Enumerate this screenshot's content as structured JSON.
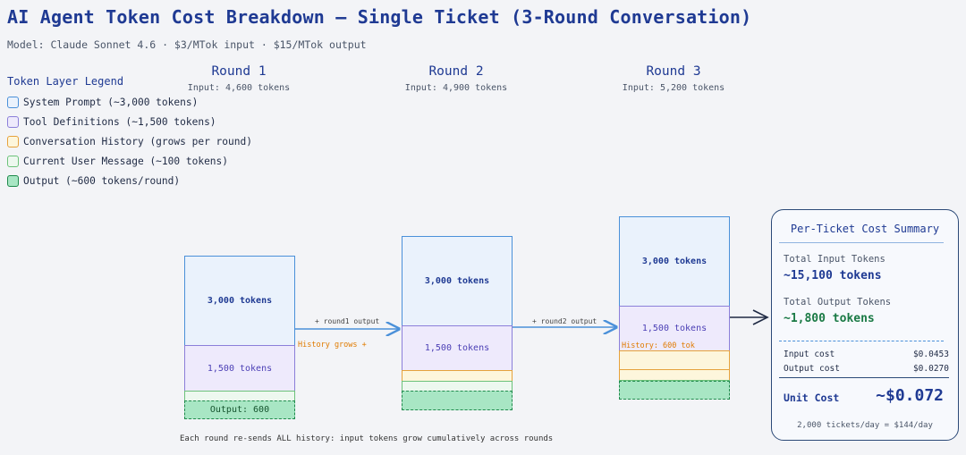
{
  "header": {
    "title": "AI Agent Token Cost Breakdown — Single Ticket (3-Round Conversation)",
    "subtitle": "Model: Claude Sonnet 4.6 · $3/MTok input · $15/MTok output"
  },
  "legend": {
    "title": "Token Layer Legend",
    "items": [
      {
        "label": "System Prompt (~3,000 tokens)"
      },
      {
        "label": "Tool Definitions (~1,500 tokens)"
      },
      {
        "label": "Conversation History (grows per round)"
      },
      {
        "label": "Current User Message (~100 tokens)"
      },
      {
        "label": "Output (~600 tokens/round)"
      }
    ]
  },
  "rounds": [
    {
      "label": "Round 1",
      "input": "Input: 4,600 tokens",
      "system_label": "3,000 tokens",
      "tools_label": "1,500 tokens",
      "output_label": "Output: 600"
    },
    {
      "label": "Round 2",
      "input": "Input: 4,900 tokens",
      "system_label": "3,000 tokens",
      "tools_label": "1,500 tokens"
    },
    {
      "label": "Round 3",
      "input": "Input: 5,200 tokens",
      "system_label": "3,000 tokens",
      "tools_label": "1,500 tokens",
      "history_label": "History: 600 tok"
    }
  ],
  "arrows": {
    "a1_label": "+ round1 output",
    "a1_note": "History grows +",
    "a2_label": "+ round2 output"
  },
  "footnote": "Each round re-sends ALL history: input tokens grow cumulatively across rounds",
  "summary": {
    "title": "Per-Ticket Cost Summary",
    "total_input_label": "Total Input Tokens",
    "total_input_value": "~15,100 tokens",
    "total_output_label": "Total Output Tokens",
    "total_output_value": "~1,800 tokens",
    "input_cost_label": "Input cost",
    "input_cost_value": "$0.0453",
    "output_cost_label": "Output cost",
    "output_cost_value": "$0.0270",
    "unit_cost_label": "Unit Cost",
    "unit_cost_value": "~$0.072",
    "footer": "2,000 tickets/day = $144/day"
  },
  "colors": {
    "system": "#4a90d9",
    "tools": "#8b7fd9",
    "history": "#e6a23c",
    "user": "#6cc27a",
    "output": "#1f8a4c",
    "arrow": "#4a90d9",
    "title": "#1f3a93"
  }
}
